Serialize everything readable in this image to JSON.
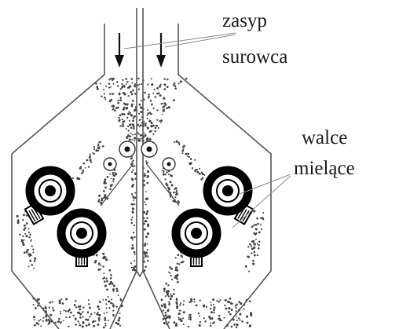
{
  "labels": {
    "feed": [
      "zasyp",
      "surowca"
    ],
    "rolls": [
      "walce",
      "mielące"
    ]
  },
  "colors": {
    "outline": "#555555",
    "material": "#444444",
    "roll": "#000000"
  }
}
